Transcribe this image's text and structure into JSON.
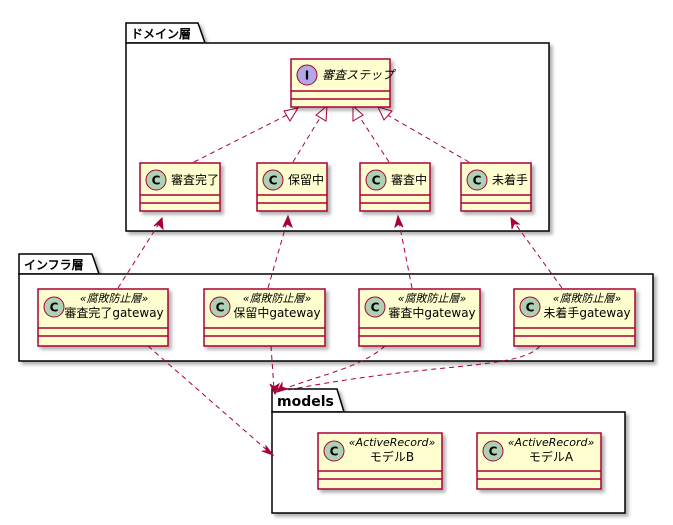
{
  "packages": {
    "domain": "ドメイン層",
    "infra": "インフラ層",
    "models": "models"
  },
  "interface": {
    "badge": "I",
    "name": "審査ステップ"
  },
  "domain_classes": [
    {
      "badge": "C",
      "name": "審査完了"
    },
    {
      "badge": "C",
      "name": "保留中"
    },
    {
      "badge": "C",
      "name": "審査中"
    },
    {
      "badge": "C",
      "name": "未着手"
    }
  ],
  "infra_classes": [
    {
      "badge": "C",
      "stereotype": "«腐敗防止層»",
      "name": "審査完了gateway"
    },
    {
      "badge": "C",
      "stereotype": "«腐敗防止層»",
      "name": "保留中gateway"
    },
    {
      "badge": "C",
      "stereotype": "«腐敗防止層»",
      "name": "審査中gateway"
    },
    {
      "badge": "C",
      "stereotype": "«腐敗防止層»",
      "name": "未着手gateway"
    }
  ],
  "model_classes": [
    {
      "badge": "C",
      "stereotype": "«ActiveRecord»",
      "name": "モデルB"
    },
    {
      "badge": "C",
      "stereotype": "«ActiveRecord»",
      "name": "モデルA"
    }
  ],
  "colors": {
    "class_fill": "#FEFECE",
    "class_border": "#A80036",
    "class_badge": "#ADD1B2",
    "interface_badge": "#B4A7E5",
    "arrow": "#A80036",
    "package_border": "#000000"
  }
}
